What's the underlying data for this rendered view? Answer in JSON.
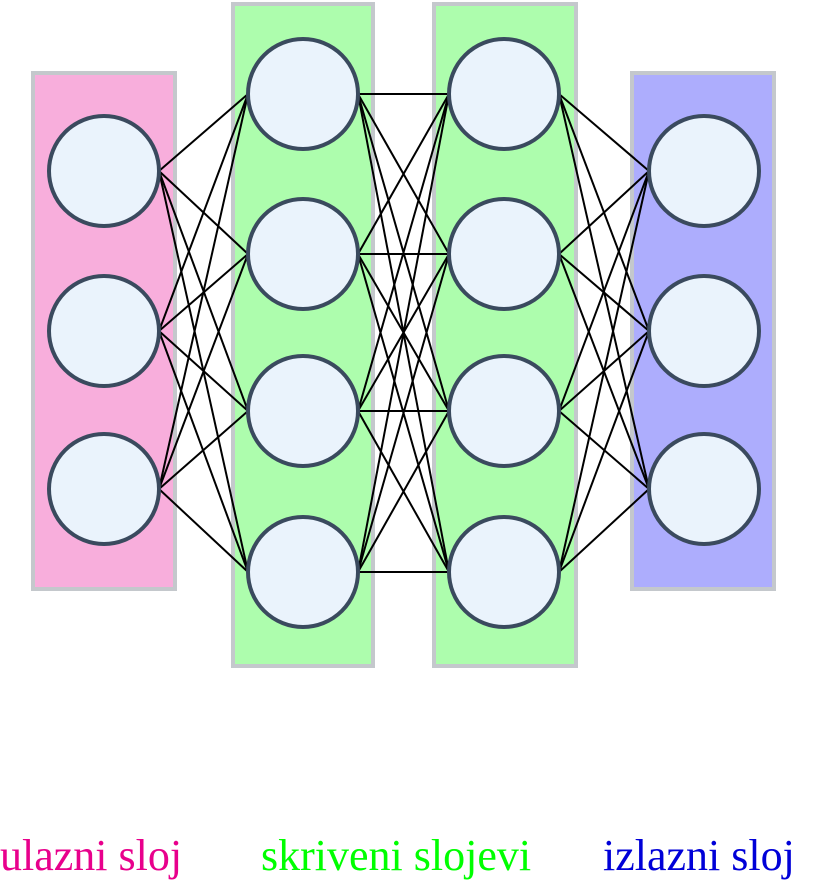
{
  "layers": [
    {
      "id": "input",
      "neurons": 3,
      "color": "#f8aedc"
    },
    {
      "id": "hidden-1",
      "neurons": 4,
      "color": "#adfdad"
    },
    {
      "id": "hidden-2",
      "neurons": 4,
      "color": "#adfdad"
    },
    {
      "id": "output",
      "neurons": 3,
      "color": "#adadfd"
    }
  ],
  "labels": {
    "input": {
      "text": "ulazni sloj",
      "color": "#e8008c"
    },
    "hidden": {
      "text": "skriveni slojevi",
      "color": "#00ff00"
    },
    "output": {
      "text": "izlazni sloj",
      "color": "#0000d8"
    }
  },
  "colors": {
    "neuron_fill": "#eaf3fc",
    "neuron_stroke": "#3a4a5e",
    "edge": "#000000",
    "layer_border": "#c4c8cc"
  }
}
